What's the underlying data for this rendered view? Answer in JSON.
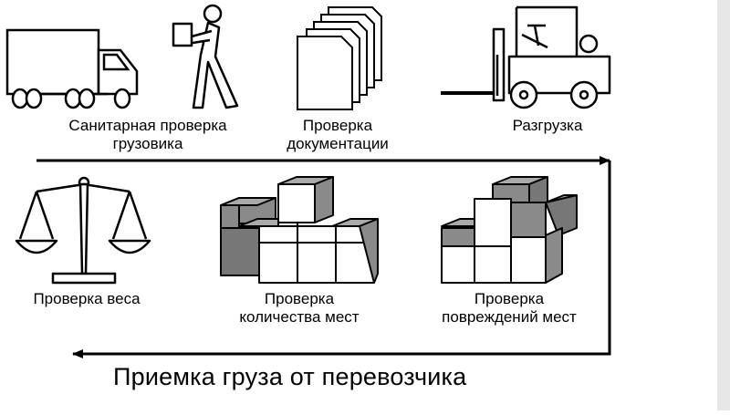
{
  "labels": {
    "truck_line1": "Санитарная проверка",
    "truck_line2": "грузовика",
    "docs_line1": "Проверка",
    "docs_line2": "документации",
    "unload": "Разгрузка",
    "weight": "Проверка веса",
    "count_line1": "Проверка",
    "count_line2": "количества мест",
    "damage_line1": "Проверка",
    "damage_line2": "повреждений мест"
  },
  "caption": "Приемка груза от перевозчика",
  "icons": [
    "truck-icon",
    "walking-person-carrying-box-icon",
    "document-stack-icon",
    "forklift-icon",
    "balance-scale-icon",
    "box-stack-icon",
    "box-stack-icon"
  ],
  "colors": {
    "line": "#000000",
    "box_face": "#ffffff",
    "box_shade": "#8a8a8a",
    "box_dark": "#555555"
  }
}
